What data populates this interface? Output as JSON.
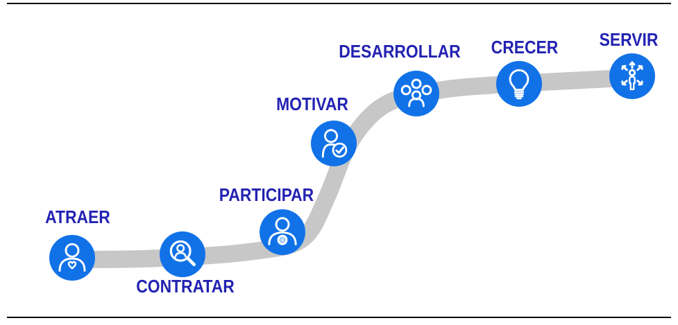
{
  "colors": {
    "node_fill": "#1172e8",
    "icon_stroke": "#ffffff",
    "path_color": "#c7c7c7",
    "label_color": "#2222b2",
    "frame_color": "#000000",
    "page_bg": "#ffffff"
  },
  "journey": {
    "stages": [
      {
        "label": "ATRAER",
        "icon": "person-heart-icon"
      },
      {
        "label": "CONTRATAR",
        "icon": "person-search-icon"
      },
      {
        "label": "PARTICIPAR",
        "icon": "person-gear-icon"
      },
      {
        "label": "MOTIVAR",
        "icon": "person-check-icon"
      },
      {
        "label": "DESARROLLAR",
        "icon": "team-network-icon"
      },
      {
        "label": "CRECER",
        "icon": "lightbulb-icon"
      },
      {
        "label": "SERVIR",
        "icon": "person-arrows-icon"
      }
    ]
  }
}
